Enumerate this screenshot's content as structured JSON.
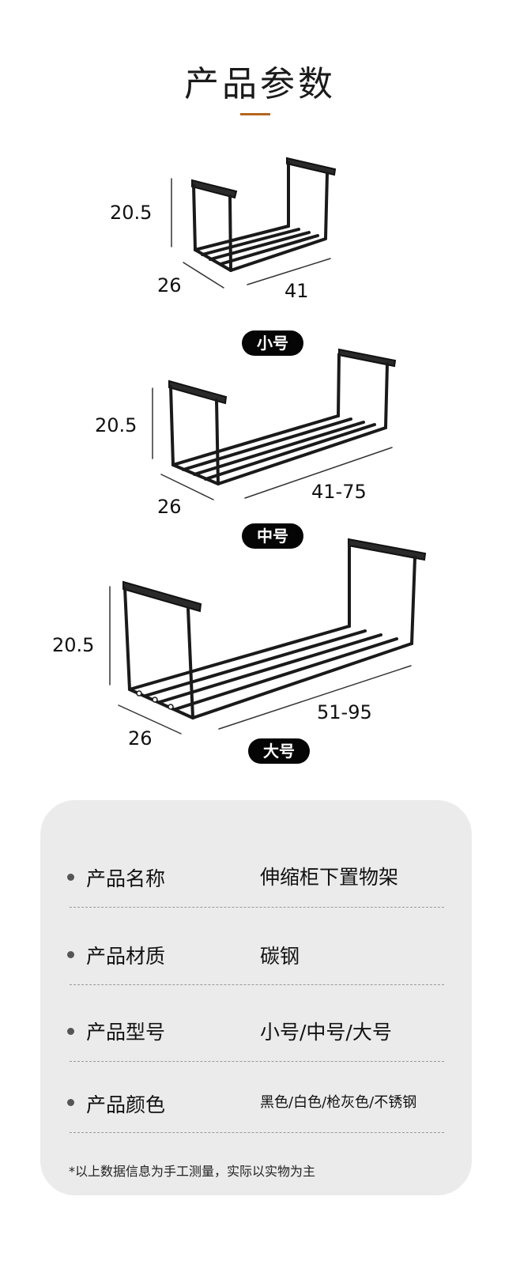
{
  "header": {
    "title": "产品参数"
  },
  "sizes": [
    {
      "label": "小号",
      "height": "20.5",
      "depth": "26",
      "width": "41"
    },
    {
      "label": "中号",
      "height": "20.5",
      "depth": "26",
      "width": "41-75"
    },
    {
      "label": "大号",
      "height": "20.5",
      "depth": "26",
      "width": "51-95"
    }
  ],
  "specs": {
    "rows": [
      {
        "label": "产品名称",
        "value": "伸缩柜下置物架"
      },
      {
        "label": "产品材质",
        "value": "碳钢"
      },
      {
        "label": "产品型号",
        "value": "小号/中号/大号"
      },
      {
        "label": "产品颜色",
        "value": "黑色/白色/枪灰色/不锈钢"
      }
    ],
    "note": "*以上数据信息为手工测量，实际以实物为主"
  },
  "colors": {
    "accent": "#b5651d",
    "card": "#ebebeb",
    "pill": "#050505"
  }
}
